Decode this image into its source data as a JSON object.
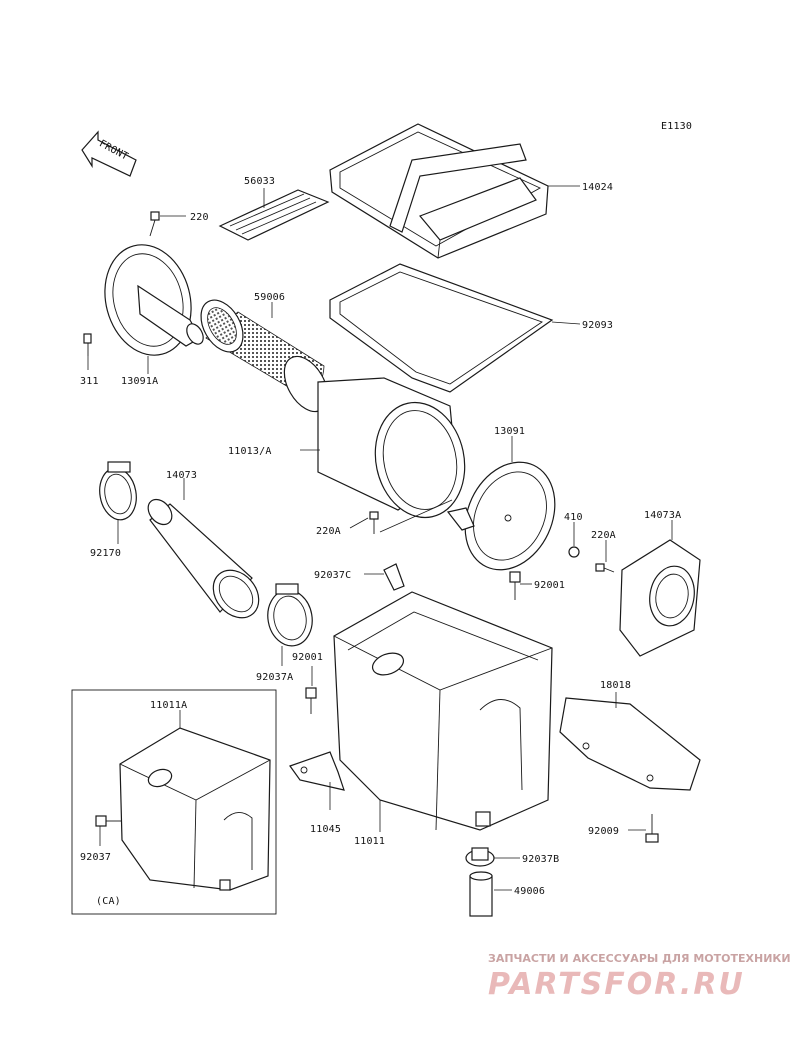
{
  "diagram": {
    "code": "E1130",
    "front_label": "FRONT",
    "labels": {
      "p56033": "56033",
      "p220": "220",
      "p14024": "14024",
      "p59006": "59006",
      "p92093": "92093",
      "p311": "311",
      "p13091A": "13091A",
      "p11013A": "11013/A",
      "p13091": "13091",
      "p14073": "14073",
      "p92170": "92170",
      "p220A_1": "220A",
      "p410": "410",
      "p220A_2": "220A",
      "p14073A": "14073A",
      "p92037C": "92037C",
      "p92001_1": "92001",
      "p92001_2": "92001",
      "p92037A": "92037A",
      "p18018": "18018",
      "p11011A": "11011A",
      "p11045": "11045",
      "p11011": "11011",
      "p92009": "92009",
      "p92037B": "92037B",
      "p92037": "92037",
      "p49006": "49006",
      "pCA": "(CA)"
    }
  },
  "watermark": {
    "line1": "ЗАПЧАСТИ И АКСЕССУАРЫ ДЛЯ МОТОТЕХНИКИ",
    "line2": "PARTSFOR.RU"
  }
}
